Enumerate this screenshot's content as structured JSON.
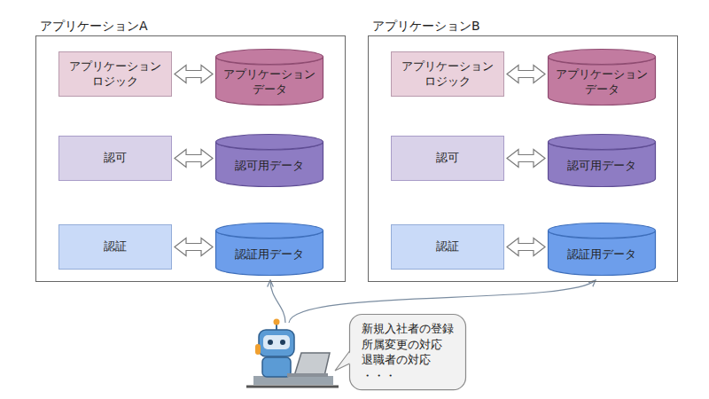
{
  "diagram": {
    "nodes": [
      {
        "text": [
          "アプリケーションA"
        ]
      },
      {
        "text": [
          "アプリケーション ロジック"
        ],
        "in": 0
      },
      {
        "text": [
          "アプリケーション データ"
        ],
        "in": 0
      },
      {
        "text": [
          "認可"
        ],
        "in": 0
      },
      {
        "text": [
          "認可用データ"
        ],
        "in": 0
      },
      {
        "text": [
          "認証"
        ],
        "in": 0
      },
      {
        "text": [
          "認証用データ"
        ],
        "in": 0
      },
      {
        "text": [
          "アプリケーションB"
        ]
      },
      {
        "text": [
          "アプリケーション ロジック"
        ],
        "in": 7
      },
      {
        "text": [
          "アプリケーション データ"
        ],
        "in": 7
      },
      {
        "text": [
          "認可"
        ],
        "in": 7
      },
      {
        "text": [
          "認可用データ"
        ],
        "in": 7
      },
      {
        "text": [
          "認証"
        ],
        "in": 7
      },
      {
        "text": [
          "認証用データ"
        ],
        "in": 7
      },
      {
        "text": [
          "新規入社者の登録 所属変更の対応 退職者の対応 ・・・"
        ]
      }
    ],
    "edges": [
      {
        "from": 1,
        "to": 2,
        "arrow": "both"
      },
      {
        "from": 3,
        "to": 4,
        "arrow": "both"
      },
      {
        "from": 5,
        "to": 6,
        "arrow": "both"
      },
      {
        "from": 8,
        "to": 9,
        "arrow": "both"
      },
      {
        "from": 10,
        "to": 11,
        "arrow": "both"
      },
      {
        "from": 12,
        "to": 13,
        "arrow": "both"
      }
    ]
  }
}
